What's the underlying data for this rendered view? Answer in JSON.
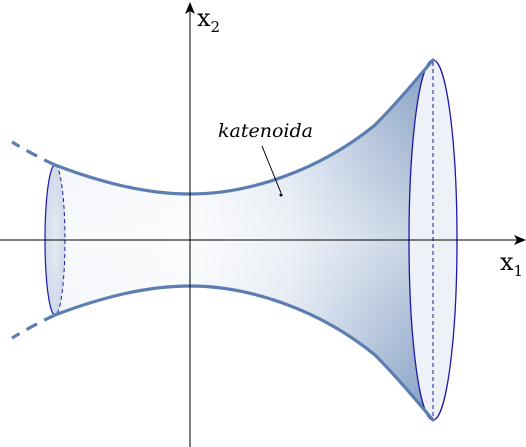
{
  "diagram": {
    "axes": {
      "x_label": "x",
      "x_subscript": "1",
      "y_label": "x",
      "y_subscript": "2"
    },
    "surface_label": "katenoida",
    "colors": {
      "outline": "#5b7db1",
      "end_ellipse_stroke": "#1a1aa8",
      "surface_light": "#f5f7fb",
      "surface_dark": "#7f9abf",
      "axis": "#000000"
    }
  }
}
